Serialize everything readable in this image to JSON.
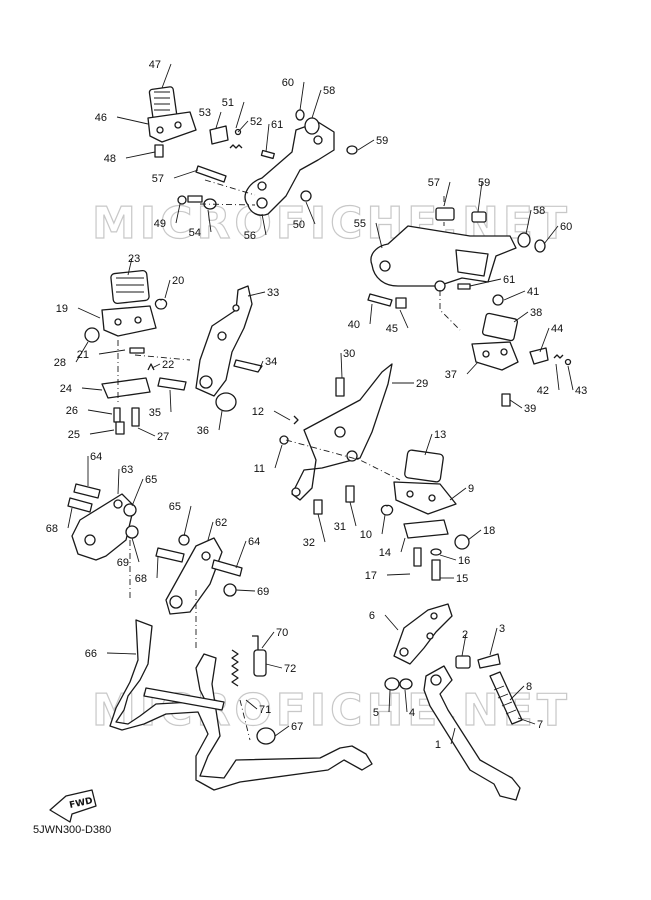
{
  "watermark": "MICROFICHE.NET",
  "diagram_code": "5JWN300-D380",
  "fwd_label": "FWD",
  "callouts": [
    "1",
    "2",
    "3",
    "4",
    "5",
    "6",
    "7",
    "8",
    "9",
    "10",
    "11",
    "12",
    "13",
    "14",
    "15",
    "16",
    "17",
    "18",
    "19",
    "20",
    "21",
    "22",
    "23",
    "24",
    "25",
    "26",
    "27",
    "28",
    "29",
    "30",
    "31",
    "32",
    "33",
    "34",
    "35",
    "36",
    "37",
    "38",
    "39",
    "40",
    "41",
    "42",
    "43",
    "44",
    "45",
    "46",
    "47",
    "48",
    "49",
    "50",
    "51",
    "52",
    "53",
    "54",
    "55",
    "56",
    "57",
    "58",
    "59",
    "60",
    "61",
    "62",
    "63",
    "64",
    "65",
    "66",
    "67",
    "68",
    "69",
    "70",
    "71",
    "72"
  ]
}
